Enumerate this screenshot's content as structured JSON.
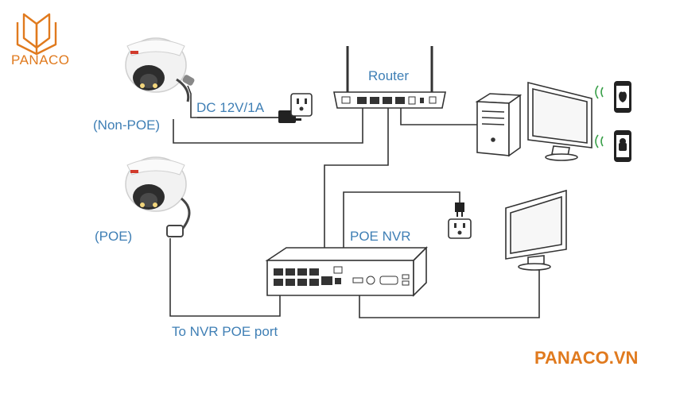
{
  "brand": {
    "logo_text": "PANACO",
    "website": "PANACO.VN",
    "color": "#e07a1e"
  },
  "labels": {
    "router": "Router",
    "dc_power": "DC 12V/1A",
    "non_poe": "(Non-POE)",
    "poe": "(POE)",
    "poe_nvr": "POE NVR",
    "nvr_port": "To NVR POE port"
  },
  "colors": {
    "label": "#3f7fb5",
    "line": "#333333",
    "brand": "#e07a1e"
  }
}
